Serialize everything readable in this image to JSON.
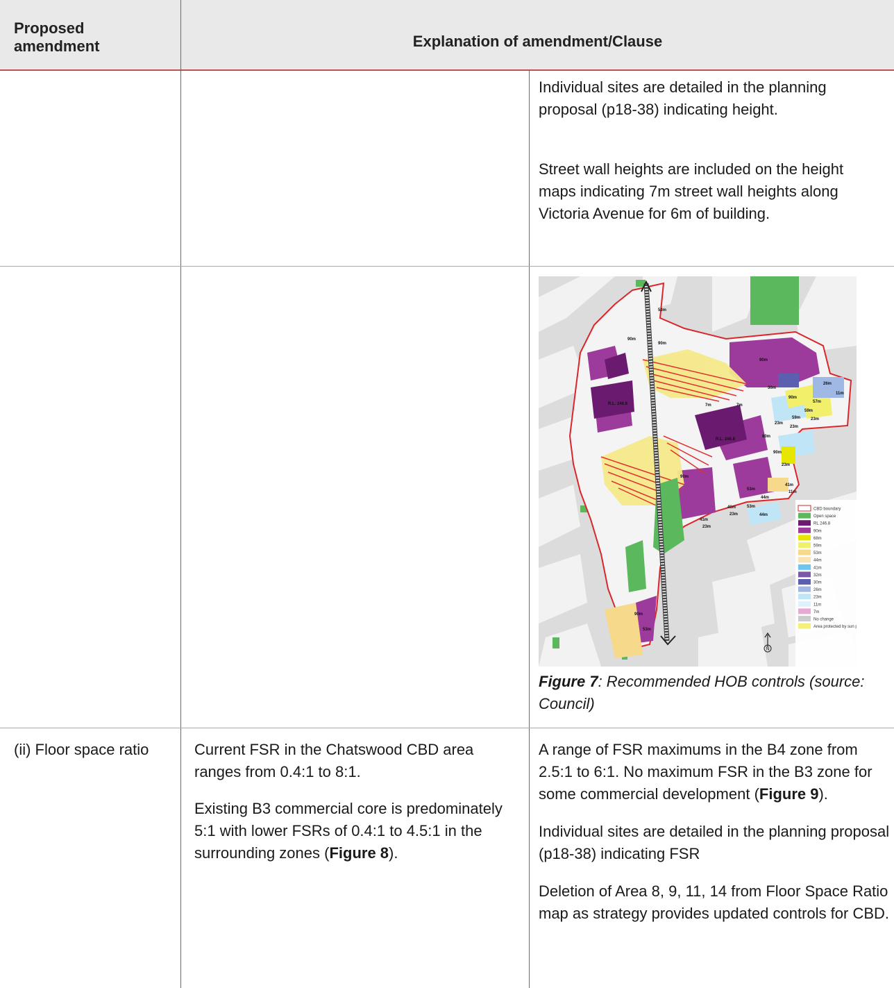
{
  "header": {
    "col1": "Proposed amendment",
    "col2": "Explanation of amendment/Clause"
  },
  "row1": {
    "p1": "Individual sites are detailed in the planning proposal (p18-38) indicating height.",
    "p2": "Street wall heights are included on the height maps indicating 7m street wall heights along Victoria Avenue for 6m of building."
  },
  "figure7": {
    "caption_label": "Figure 7",
    "caption_text": ": Recommended HOB controls (source: Council)",
    "map_labels": [
      "53m",
      "90m",
      "90m",
      "90m",
      "30m",
      "26m",
      "11m",
      "90m",
      "57m",
      "59m",
      "59m",
      "23m",
      "23m",
      "23m",
      "80m",
      "7m",
      "7m",
      "R.L. 246.8",
      "R.L. 246.8",
      "90m",
      "23m",
      "41m",
      "11m",
      "53m",
      "44m",
      "53m",
      "44m",
      "41m",
      "23m",
      "41m",
      "23m",
      "90m",
      "90m",
      "53m"
    ],
    "legend": [
      {
        "label": "CBD boundary",
        "color": "#ffffff",
        "border": "#d9262b"
      },
      {
        "label": "Open space",
        "color": "#5cb85c"
      },
      {
        "label": "RL 246.8",
        "color": "#6a1b6f"
      },
      {
        "label": "90m",
        "color": "#9c3b9b"
      },
      {
        "label": "68m",
        "color": "#e6e600"
      },
      {
        "label": "59m",
        "color": "#f2f06a"
      },
      {
        "label": "53m",
        "color": "#f7d98c"
      },
      {
        "label": "44m",
        "color": "#f9e3b1"
      },
      {
        "label": "41m",
        "color": "#6ec6f0"
      },
      {
        "label": "32m",
        "color": "#7a58a8"
      },
      {
        "label": "30m",
        "color": "#5a5fb0"
      },
      {
        "label": "26m",
        "color": "#9fb8e4"
      },
      {
        "label": "23m",
        "color": "#bfe5f7"
      },
      {
        "label": "11m",
        "color": "#dff2fb"
      },
      {
        "label": "7m",
        "color": "#e8a8d4"
      },
      {
        "label": "No change",
        "color": "#cccccc"
      },
      {
        "label": "Area protected by sun protection (approximate RLs shown) - see sun access diagram",
        "color": "#f5f07a"
      }
    ]
  },
  "row3": {
    "col1": "(ii) Floor space ratio",
    "col2_p1": "Current FSR in the Chatswood CBD area ranges from 0.4:1 to 8:1.",
    "col2_p2_a": "Existing B3 commercial core is predominately 5:1 with lower FSRs of 0.4:1 to 4.5:1 in the surrounding zones (",
    "col2_p2_b": "Figure 8",
    "col2_p2_c": ").",
    "col3_p1_a": "A range of FSR maximums in the B4 zone from 2.5:1 to 6:1. No maximum FSR in the B3 zone for some commercial development (",
    "col3_p1_b": "Figure 9",
    "col3_p1_c": ").",
    "col3_p2": "Individual sites are detailed in the planning proposal (p18-38) indicating FSR",
    "col3_p3": "Deletion of Area 8, 9, 11, 14 from Floor Space Ratio map as strategy provides updated controls for CBD."
  }
}
